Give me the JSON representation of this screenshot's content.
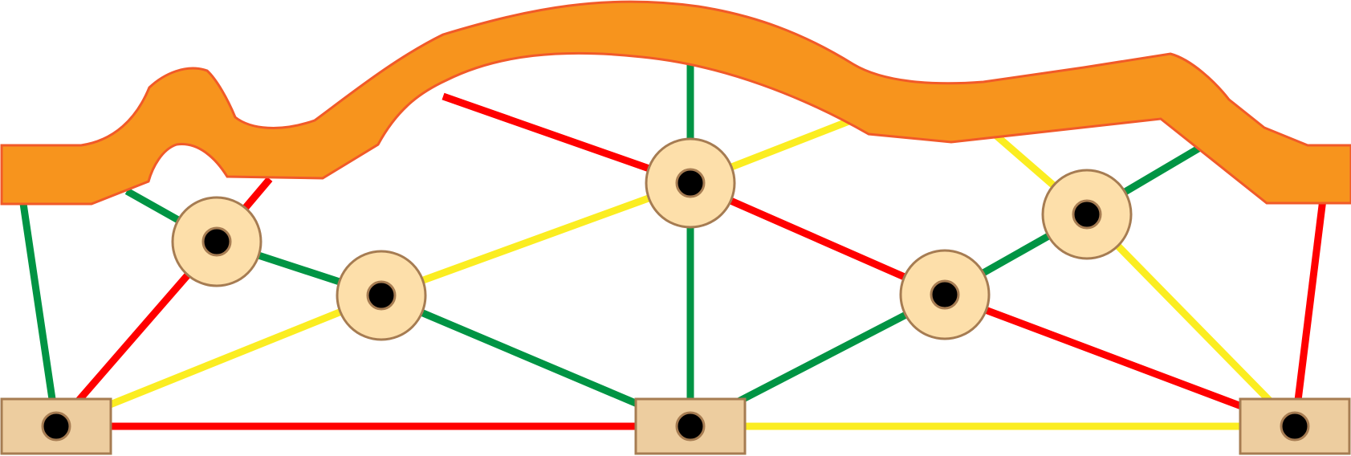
{
  "colors": {
    "background": "#ffffff",
    "red": "#ff0000",
    "green": "#009444",
    "yellow": "#fbed21",
    "deck_fill": "#f7941d",
    "deck_stroke": "#f15a29",
    "joint_fill": "#fddfaa",
    "joint_stroke": "#a67c52",
    "support_fill": "#edcd9f",
    "support_stroke": "#a67c52",
    "pin_fill": "#000000"
  },
  "members": [
    {
      "id": "m1",
      "from": "SL",
      "to": "J1",
      "color": "red"
    },
    {
      "id": "m2",
      "from": "SL",
      "to": "J2",
      "color": "yellow"
    },
    {
      "id": "m3",
      "from": "SL",
      "to": "SC",
      "color": "red"
    },
    {
      "id": "m4",
      "from": "SL",
      "to": "DL",
      "color": "green"
    },
    {
      "id": "m5",
      "from": "J1",
      "to": "J2",
      "color": "green"
    },
    {
      "id": "m6",
      "from": "J1",
      "to": "DA",
      "color": "green"
    },
    {
      "id": "m7",
      "from": "J1",
      "to": "DB",
      "color": "red"
    },
    {
      "id": "m8",
      "from": "J2",
      "to": "SC",
      "color": "green"
    },
    {
      "id": "m9",
      "from": "J2",
      "to": "J3",
      "color": "yellow"
    },
    {
      "id": "m10",
      "from": "J3",
      "to": "SC",
      "color": "green"
    },
    {
      "id": "m11",
      "from": "J3",
      "to": "DC",
      "color": "red"
    },
    {
      "id": "m12",
      "from": "J3",
      "to": "DD",
      "color": "green"
    },
    {
      "id": "m13",
      "from": "J3",
      "to": "DE",
      "color": "yellow"
    },
    {
      "id": "m14",
      "from": "J3",
      "to": "J4",
      "color": "red"
    },
    {
      "id": "m15",
      "from": "SC",
      "to": "J4",
      "color": "green"
    },
    {
      "id": "m16",
      "from": "SC",
      "to": "SR",
      "color": "yellow"
    },
    {
      "id": "m17",
      "from": "J4",
      "to": "SR",
      "color": "red"
    },
    {
      "id": "m18",
      "from": "J4",
      "to": "J5",
      "color": "green"
    },
    {
      "id": "m19",
      "from": "J5",
      "to": "DF",
      "color": "yellow"
    },
    {
      "id": "m20",
      "from": "J5",
      "to": "DG",
      "color": "green"
    },
    {
      "id": "m21",
      "from": "J5",
      "to": "SR",
      "color": "yellow"
    },
    {
      "id": "m22",
      "from": "SR",
      "to": "DR",
      "color": "red"
    }
  ],
  "joints": [
    {
      "id": "J1",
      "kind": "pin-joint"
    },
    {
      "id": "J2",
      "kind": "pin-joint"
    },
    {
      "id": "J3",
      "kind": "pin-joint"
    },
    {
      "id": "J4",
      "kind": "pin-joint"
    },
    {
      "id": "J5",
      "kind": "pin-joint"
    }
  ],
  "supports": [
    {
      "id": "SL",
      "kind": "support-block"
    },
    {
      "id": "SC",
      "kind": "support-block"
    },
    {
      "id": "SR",
      "kind": "support-block"
    }
  ],
  "deck": {
    "kind": "deck-beam"
  }
}
